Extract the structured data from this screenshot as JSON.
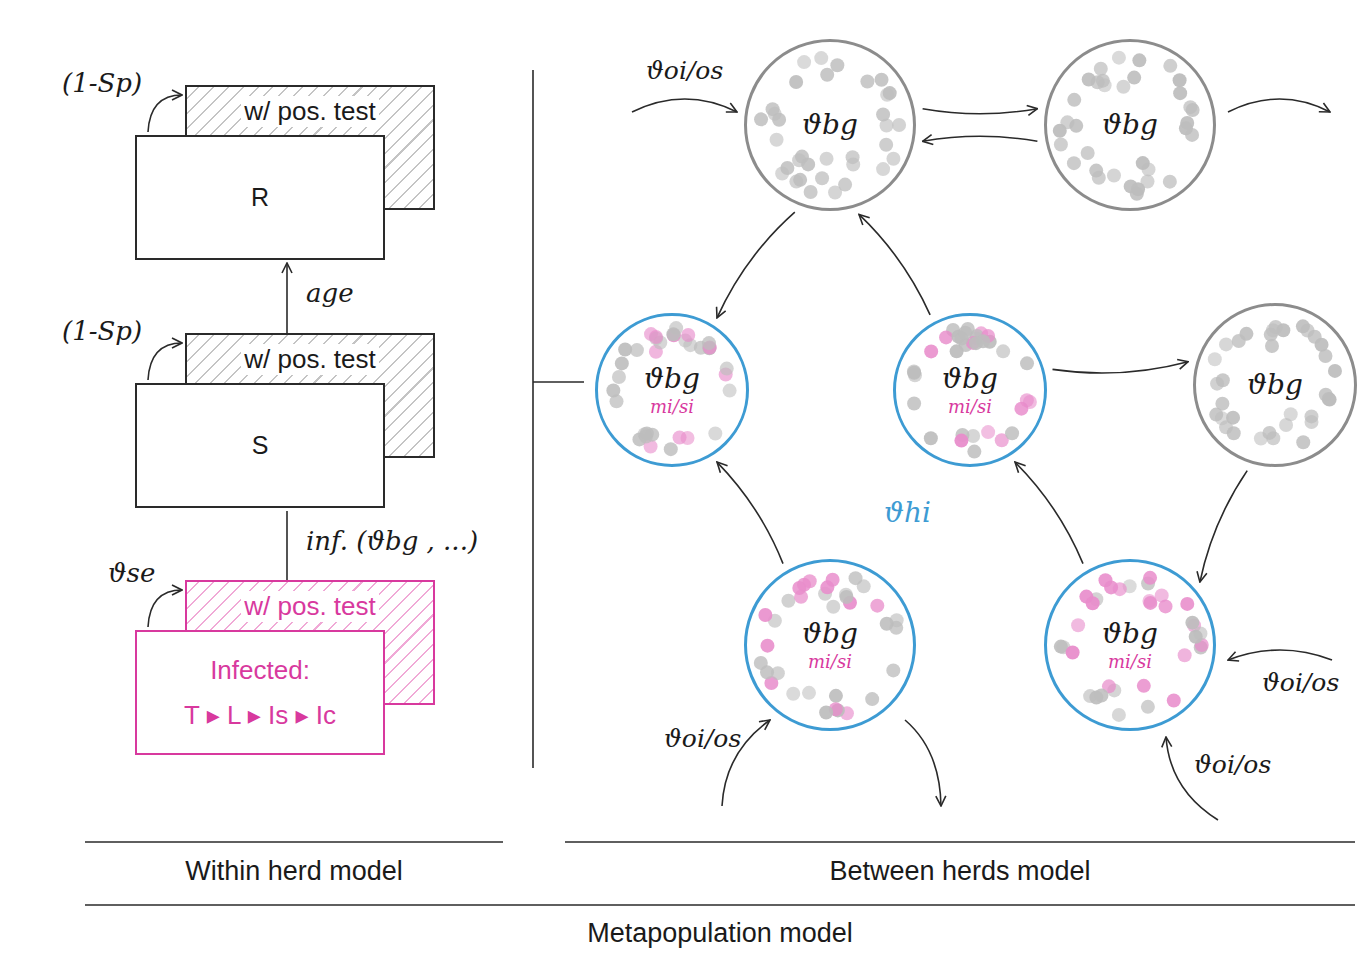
{
  "diagram": {
    "nodes": [
      {
        "text": [
          "w/ pos. test"
        ]
      },
      {
        "text": [
          "R"
        ]
      },
      {
        "text": [
          "w/ pos. test"
        ]
      },
      {
        "text": [
          "S"
        ]
      },
      {
        "text": [
          "w/ pos. test"
        ]
      },
      {
        "text": [
          "Infected:",
          "T ▸ L ▸ Is ▸ Ic"
        ]
      },
      {
        "text": [
          "ϑbg"
        ]
      },
      {
        "text": [
          "ϑbg"
        ]
      },
      {
        "text": [
          "ϑbg",
          "mi/si"
        ]
      },
      {
        "text": [
          "ϑbg",
          "mi/si"
        ]
      },
      {
        "text": [
          "ϑbg"
        ]
      },
      {
        "text": [
          "ϑbg",
          "mi/si"
        ]
      },
      {
        "text": [
          "ϑbg",
          "mi/si"
        ]
      }
    ],
    "edges": [
      {
        "from": 1,
        "to": 0,
        "label": "(1-Sp)",
        "arrow": "to"
      },
      {
        "from": 3,
        "to": 2,
        "label": "(1-Sp)",
        "arrow": "to"
      },
      {
        "from": 3,
        "to": 1,
        "label": "age",
        "arrow": "to"
      },
      {
        "from": 3,
        "to": 5,
        "label": "inf. (ϑbg , ...)",
        "arrow": "to"
      },
      {
        "from": 5,
        "to": 4,
        "label": "ϑse",
        "arrow": "to"
      },
      {
        "from": 6,
        "to": 7,
        "arrow": "to"
      },
      {
        "from": 7,
        "to": 6,
        "arrow": "to"
      },
      {
        "from": 6,
        "to": 8,
        "arrow": "to"
      },
      {
        "from": 9,
        "to": 6,
        "arrow": "to"
      },
      {
        "from": 9,
        "to": 10,
        "arrow": "to"
      },
      {
        "from": 10,
        "to": 12,
        "arrow": "to"
      },
      {
        "from": 12,
        "to": 9,
        "arrow": "to"
      },
      {
        "from": 11,
        "to": 8,
        "arrow": "to"
      }
    ],
    "labels": [
      "ϑoi/os",
      "ϑoi/os",
      "ϑoi/os",
      "ϑoi/os",
      "ϑhi",
      "Within herd model",
      "Between herds model",
      "Metapopulation model"
    ]
  }
}
